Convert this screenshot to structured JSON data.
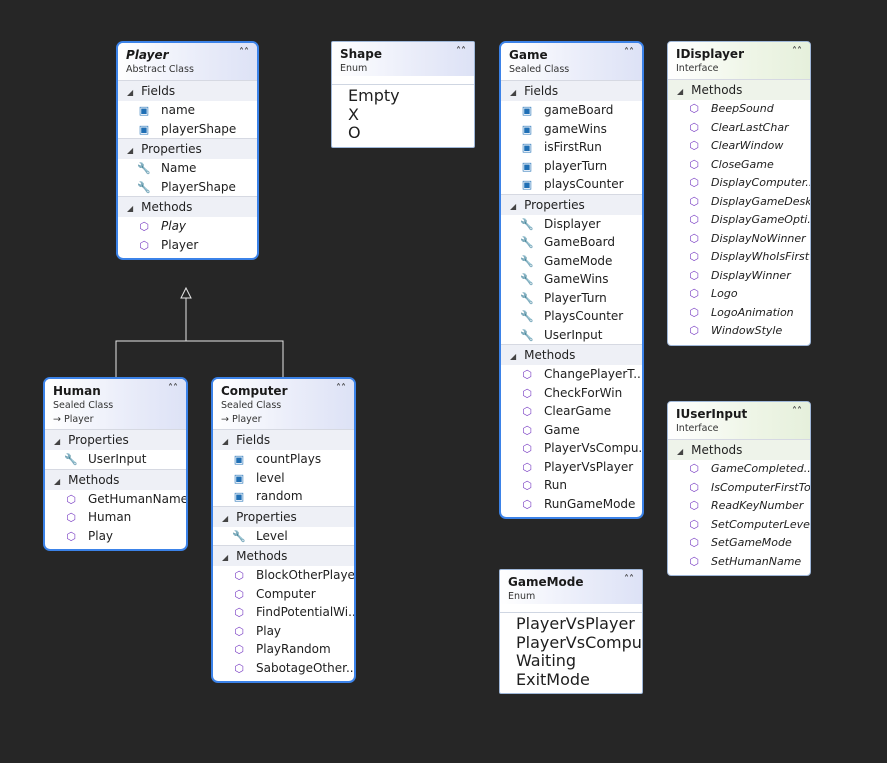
{
  "diagram": {
    "classes": {
      "player": {
        "name": "Player",
        "kind": "Abstract Class",
        "fields": [
          "name",
          "playerShape"
        ],
        "properties": [
          "Name",
          "PlayerShape"
        ],
        "methods": [
          "Play",
          "Player"
        ]
      },
      "shape": {
        "name": "Shape",
        "kind": "Enum",
        "values": [
          "Empty",
          "X",
          "O"
        ]
      },
      "game": {
        "name": "Game",
        "kind": "Sealed Class",
        "fields": [
          "gameBoard",
          "gameWins",
          "isFirstRun",
          "playerTurn",
          "playsCounter"
        ],
        "properties": [
          "Displayer",
          "GameBoard",
          "GameMode",
          "GameWins",
          "PlayerTurn",
          "PlaysCounter",
          "UserInput"
        ],
        "methods": [
          "ChangePlayerT...",
          "CheckForWin",
          "ClearGame",
          "Game",
          "PlayerVsCompu...",
          "PlayerVsPlayer",
          "Run",
          "RunGameMode"
        ]
      },
      "idisplayer": {
        "name": "IDisplayer",
        "kind": "Interface",
        "methods": [
          "BeepSound",
          "ClearLastChar",
          "ClearWindow",
          "CloseGame",
          "DisplayComputer...",
          "DisplayGameDesk",
          "DisplayGameOpti...",
          "DisplayNoWinner",
          "DisplayWhoIsFirst",
          "DisplayWinner",
          "Logo",
          "LogoAnimation",
          "WindowStyle"
        ]
      },
      "human": {
        "name": "Human",
        "kind": "Sealed Class",
        "base": "Player",
        "properties": [
          "UserInput"
        ],
        "methods": [
          "GetHumanName",
          "Human",
          "Play"
        ]
      },
      "computer": {
        "name": "Computer",
        "kind": "Sealed Class",
        "base": "Player",
        "fields": [
          "countPlays",
          "level",
          "random"
        ],
        "properties": [
          "Level"
        ],
        "methods": [
          "BlockOtherPlayer",
          "Computer",
          "FindPotentialWi...",
          "Play",
          "PlayRandom",
          "SabotageOther..."
        ]
      },
      "iuserinput": {
        "name": "IUserInput",
        "kind": "Interface",
        "methods": [
          "GameCompleted...",
          "IsComputerFirstTo...",
          "ReadKeyNumber",
          "SetComputerLevel",
          "SetGameMode",
          "SetHumanName"
        ]
      },
      "gamemode": {
        "name": "GameMode",
        "kind": "Enum",
        "values": [
          "PlayerVsPlayer",
          "PlayerVsComputer",
          "Waiting",
          "ExitMode"
        ]
      }
    },
    "sections": {
      "fields": "Fields",
      "properties": "Properties",
      "methods": "Methods"
    },
    "icons": {
      "collapse": "double-chevron-up-icon",
      "expand": "triangle-down-icon"
    }
  }
}
